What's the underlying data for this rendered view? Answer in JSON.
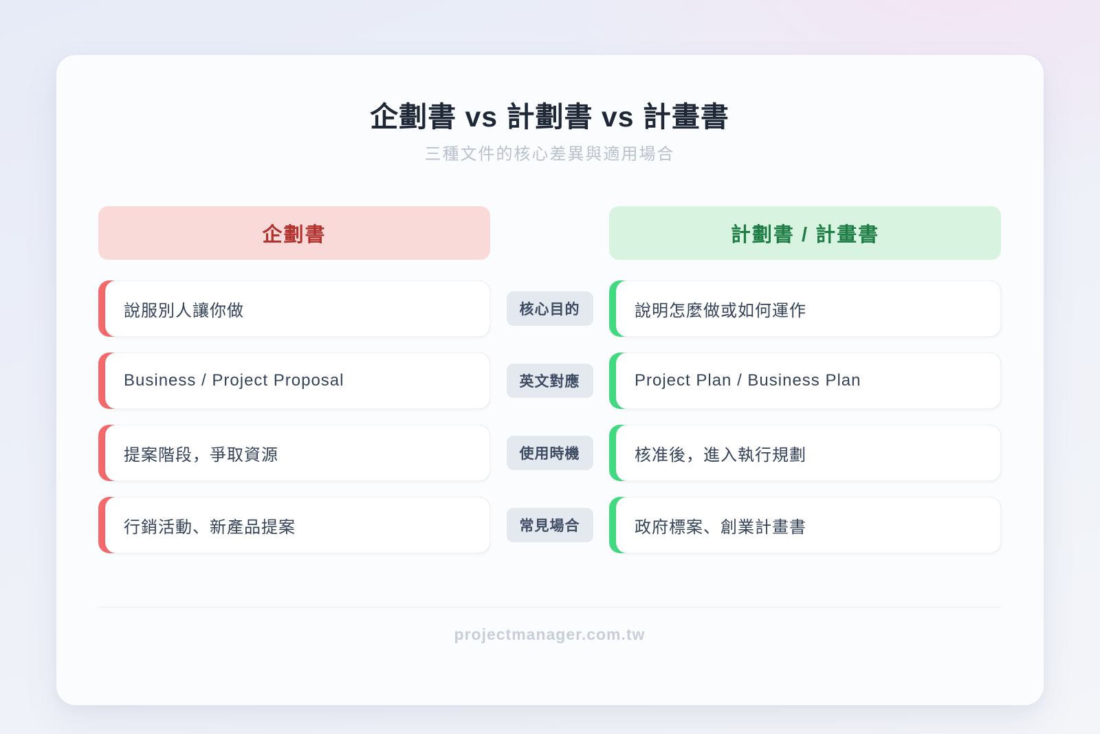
{
  "page": {
    "title": "企劃書 vs 計劃書 vs 計畫書",
    "subtitle": "三種文件的核心差異與適用場合",
    "footer": "projectmanager.com.tw"
  },
  "columns": {
    "left_header": "企劃書",
    "right_header": "計劃書 / 計畫書"
  },
  "rows": [
    {
      "label": "核心目的",
      "left": "說服別人讓你做",
      "right": "說明怎麼做或如何運作"
    },
    {
      "label": "英文對應",
      "left": "Business / Project Proposal",
      "right": "Project Plan / Business Plan"
    },
    {
      "label": "使用時機",
      "left": "提案階段，爭取資源",
      "right": "核准後，進入執行規劃"
    },
    {
      "label": "常見場合",
      "left": "行銷活動、新產品提案",
      "right": "政府標案、創業計畫書"
    }
  ],
  "colors": {
    "accent_left": "#f4696b",
    "accent_right": "#42da80",
    "header_left_bg": "#fadad8",
    "header_left_text": "#b23230",
    "header_right_bg": "#d9f3e1",
    "header_right_text": "#1e7d45",
    "label_pill_bg": "#e4e9ef",
    "label_pill_text": "#3e4c63"
  }
}
